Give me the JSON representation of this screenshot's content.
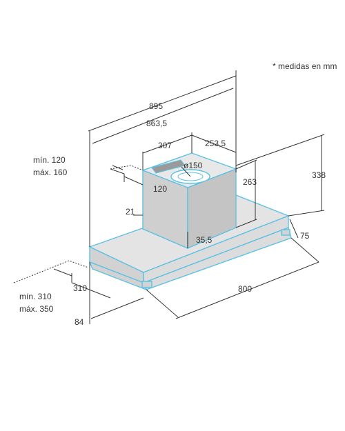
{
  "note": "* medidas en mm",
  "dims": {
    "d895": "895",
    "d863": "863,5",
    "d307": "307",
    "d253": "253,5",
    "dia150": "ø150",
    "min120": "mín. 120",
    "max160": "máx. 160",
    "d120": "120",
    "d263": "263",
    "d338": "338",
    "d21": "21",
    "d35": "35,5",
    "d75": "75",
    "min310": "mín. 310",
    "max350": "máx. 350",
    "d310": "310",
    "d800": "800",
    "d84": "84"
  },
  "colors": {
    "outline": "#5cc1e3",
    "line": "#333333",
    "fill": "#dcdcdc"
  }
}
